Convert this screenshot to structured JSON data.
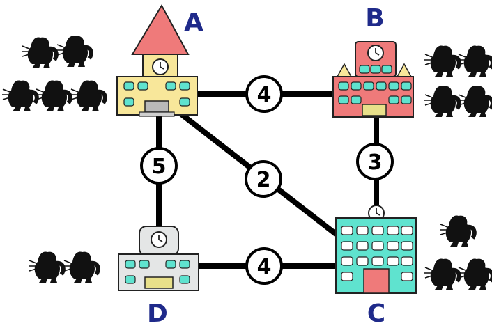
{
  "diagram": {
    "nodes": [
      {
        "id": "A",
        "label": "A",
        "building": "castle-school",
        "wall": "#f8e79a",
        "roof": "#ef7a7a",
        "beaver_count": 5
      },
      {
        "id": "B",
        "label": "B",
        "building": "red-school",
        "wall": "#ef7a7a",
        "roof": "#ef7a7a",
        "beaver_count": 4
      },
      {
        "id": "C",
        "label": "C",
        "building": "cyan-school",
        "wall": "#5fe3cf",
        "roof": "#5fe3cf",
        "beaver_count": 3
      },
      {
        "id": "D",
        "label": "D",
        "building": "gray-school",
        "wall": "#e4e6e6",
        "roof": "#e4e6e6",
        "beaver_count": 2
      }
    ],
    "edges": [
      {
        "from": "A",
        "to": "B",
        "weight": "4"
      },
      {
        "from": "A",
        "to": "D",
        "weight": "5"
      },
      {
        "from": "A",
        "to": "C",
        "weight": "2"
      },
      {
        "from": "B",
        "to": "C",
        "weight": "3"
      },
      {
        "from": "D",
        "to": "C",
        "weight": "4"
      }
    ],
    "colors": {
      "window": "#5fe3cf",
      "label": "#1f2a8a",
      "edge": "#000000",
      "door": "#e8e08a"
    }
  }
}
